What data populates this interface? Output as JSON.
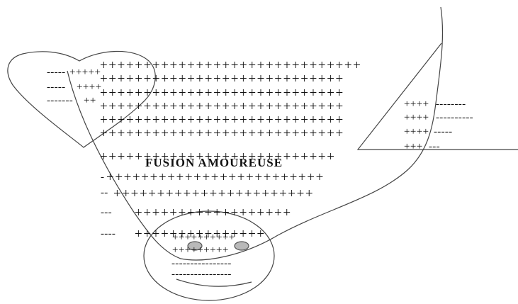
{
  "title": "FUSION AMOUREUSE",
  "colors": {
    "ink": "#111111",
    "outline": "#444444",
    "eye_fill": "#b9b9b9"
  },
  "shapes": [
    "heart",
    "triangle",
    "smiley-face",
    "enveloping-curve"
  ],
  "plus_rows": [
    "++++++++++++++++++++++++++++++",
    "++++++++++++++++++++++++++++",
    "++++++++++++++++++++++++++++",
    "++++++++++++++++++++++++++++",
    "++++++++++++++++++++++++++++",
    "++++++++++++++++++++++++++++",
    "+++++++++++++++++++++++++++",
    "+++++++++++++++++++++++++",
    "+++++++++++++++++++++++",
    "++++++++++++++++++",
    "+++++++++++++++"
  ],
  "left_dashes": [
    "-----",
    "-----",
    "-------",
    "-",
    "--",
    "---",
    "----"
  ],
  "heart_plus": [
    "+++++",
    "++++",
    "++"
  ],
  "triangle_plus": [
    "++++",
    "++++",
    "++++",
    "+++"
  ],
  "triangle_dashes": [
    "--------",
    "----------",
    "-----",
    "---"
  ],
  "face_plus": [
    "++++++++++",
    "+++++++++"
  ],
  "face_dashes": [
    "----------------",
    "----------------"
  ]
}
